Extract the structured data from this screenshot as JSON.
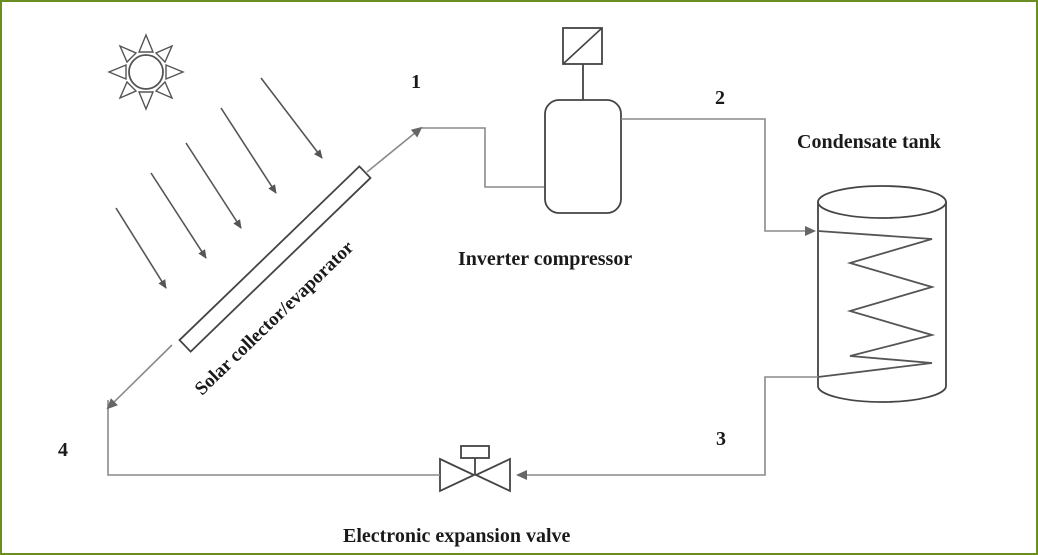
{
  "colors": {
    "border": "#6b8e23",
    "pipe": "#8a8a8a",
    "component": "#444444"
  },
  "labels": {
    "state_1": "1",
    "state_2": "2",
    "state_3": "3",
    "state_4": "4",
    "collector": "Solar collector/evaporator",
    "compressor": "Inverter compressor",
    "tank": "Condensate tank",
    "valve": "Electronic expansion valve"
  },
  "icons": {
    "sun": "sun-icon",
    "controller": "inverter-controller-icon",
    "valve": "expansion-valve-icon"
  }
}
